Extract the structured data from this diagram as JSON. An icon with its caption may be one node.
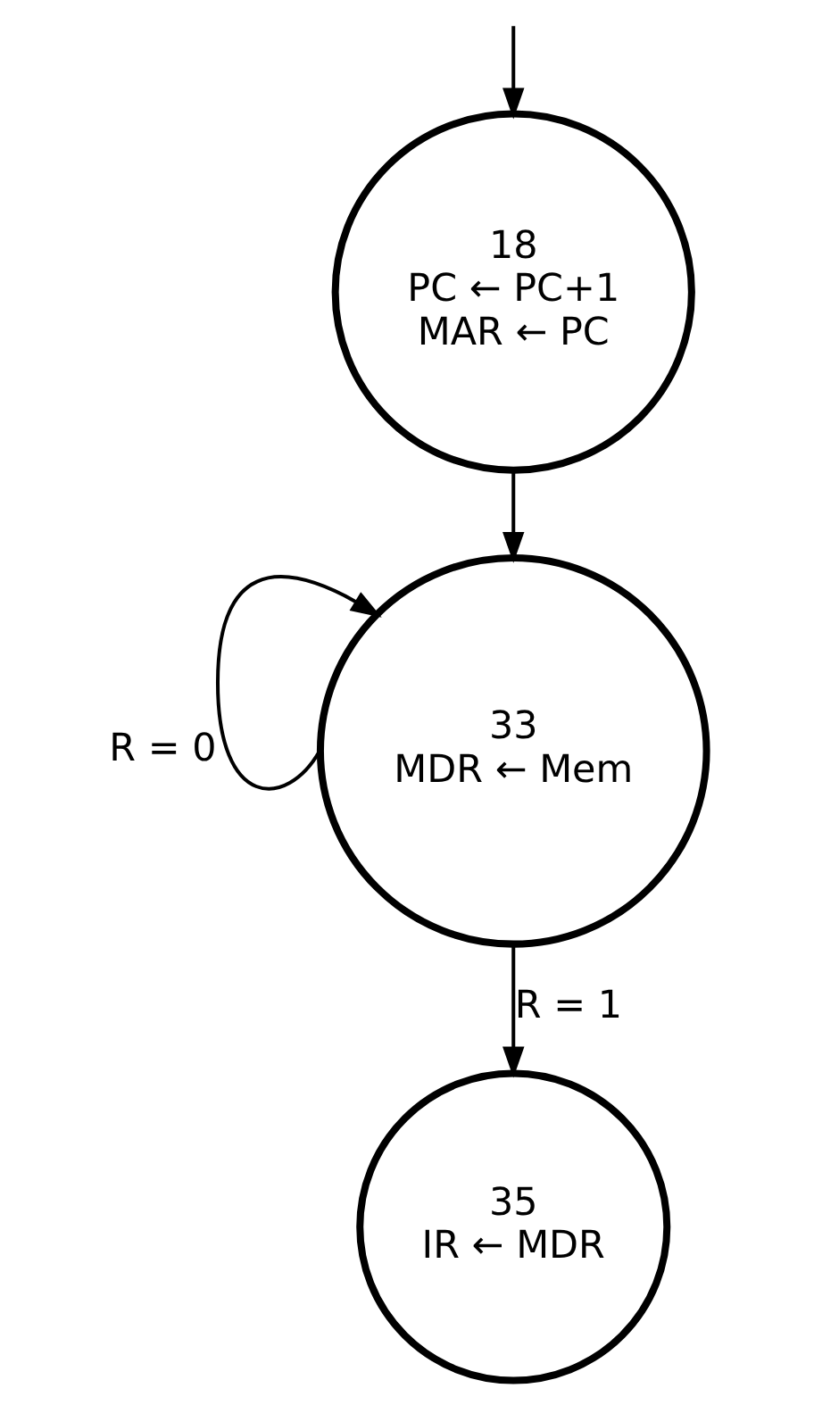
{
  "diagram": {
    "nodes": [
      {
        "text": [
          "18",
          "PC ← PC+1",
          "MAR ← PC"
        ]
      },
      {
        "text": [
          "33",
          "MDR ← Mem"
        ]
      },
      {
        "text": [
          "35",
          "IR ← MDR"
        ]
      }
    ],
    "edges": [
      {
        "from": null,
        "to": 0,
        "arrow": "to"
      },
      {
        "from": 0,
        "to": 1,
        "arrow": "to"
      },
      {
        "from": 1,
        "to": 1,
        "arrow": "to",
        "label": "R = 0"
      },
      {
        "from": 1,
        "to": 2,
        "arrow": "to",
        "label": "R = 1"
      }
    ]
  }
}
